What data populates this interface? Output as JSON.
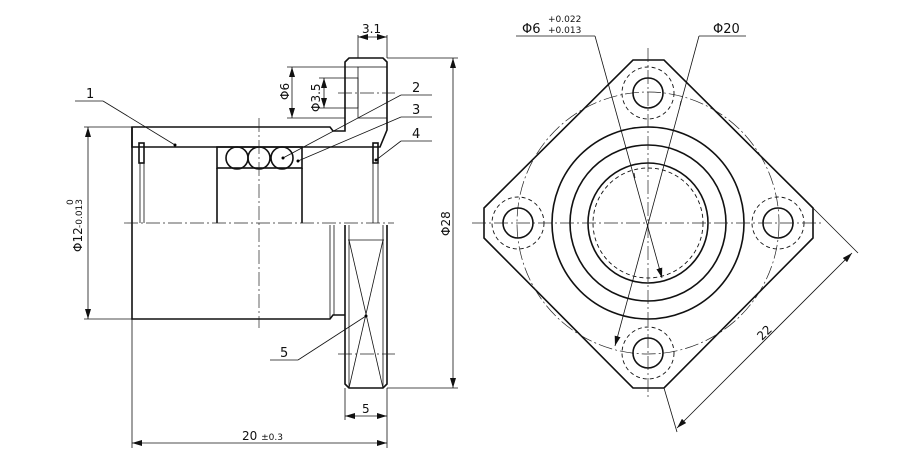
{
  "left_view": {
    "balloons": [
      "1",
      "2",
      "3",
      "4",
      "5"
    ],
    "dims": {
      "flange_thickness_top": "3.1",
      "counterbore_dia": "Φ6",
      "hole_dia": "Φ3.5",
      "body_dia": "Φ12",
      "body_dia_tol_upper": "0",
      "body_dia_tol_lower": "-0.013",
      "flange_dia": "Φ28",
      "flange_width": "5",
      "overall_length": "20",
      "overall_length_tol": "±0.3"
    }
  },
  "right_view": {
    "dims": {
      "bore_dia": "Φ6",
      "bore_tol_upper": "+0.022",
      "bore_tol_lower": "+0.013",
      "bolt_circle_dia": "Φ20",
      "flange_across_flats": "22"
    }
  }
}
